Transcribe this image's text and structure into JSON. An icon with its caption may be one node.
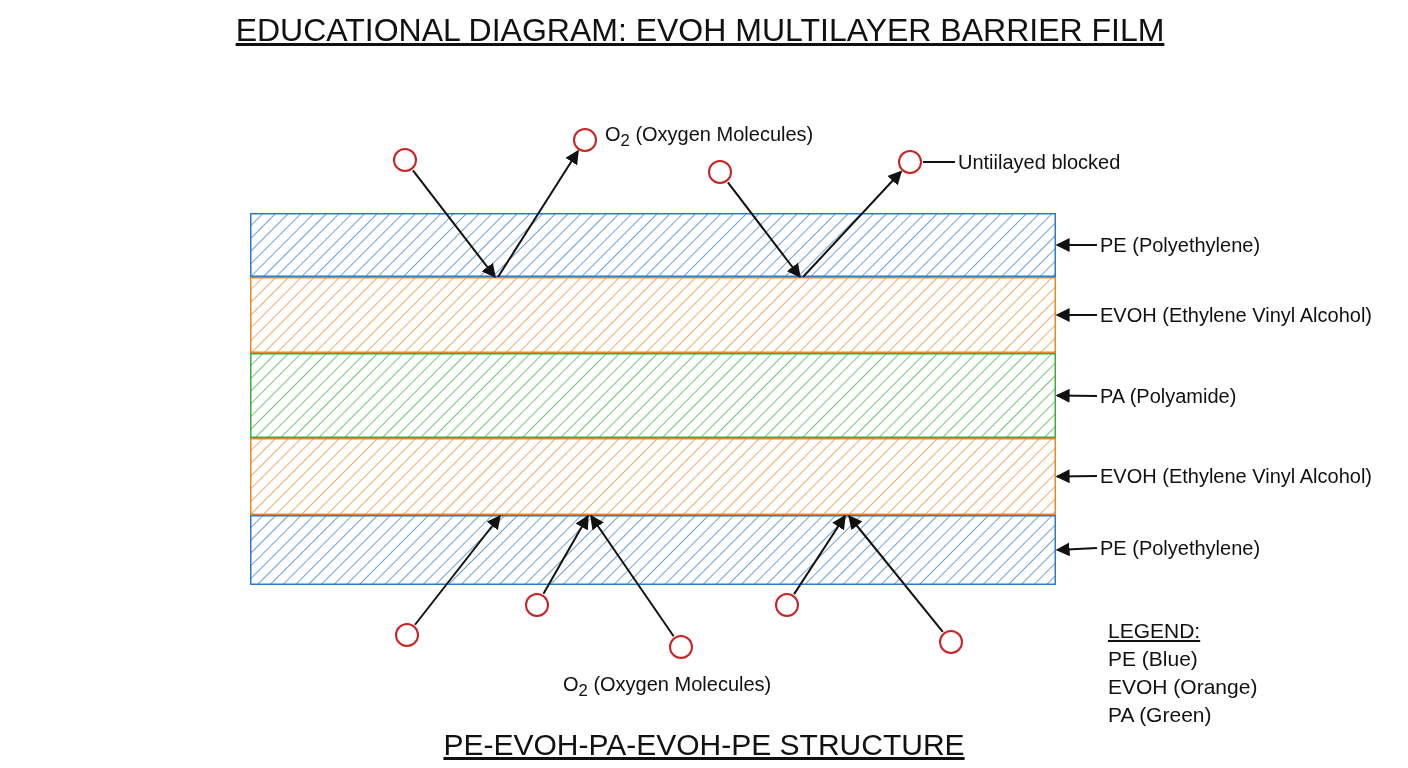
{
  "diagram": {
    "title": "EDUCATIONAL DIAGRAM: EVOH MULTILAYER BARRIER FILM",
    "caption": "PE-EVOH-PA-EVOH-PE STRUCTURE",
    "nodes": [
      {
        "text": [],
        "shape": "bar"
      },
      {
        "text": [],
        "shape": "bar"
      },
      {
        "text": [],
        "shape": "bar"
      },
      {
        "text": [],
        "shape": "bar"
      },
      {
        "text": [],
        "shape": "bar"
      },
      {
        "text": [
          "PE (Polyethylene)"
        ]
      },
      {
        "text": [
          "EVOH (Ethylene Vinyl Alcohol)"
        ]
      },
      {
        "text": [
          "PA (Polyamide)"
        ]
      },
      {
        "text": [
          "EVOH (Ethylene Vinyl Alcohol)"
        ]
      },
      {
        "text": [
          "PE (Polyethylene)"
        ]
      },
      {
        "text": [],
        "shape": "circle"
      },
      {
        "text": [],
        "shape": "circle"
      },
      {
        "text": [],
        "shape": "circle"
      },
      {
        "text": [],
        "shape": "circle"
      },
      {
        "text": [
          "Untiilayed blocked"
        ]
      },
      {
        "text": [],
        "shape": "circle"
      },
      {
        "text": [],
        "shape": "circle"
      },
      {
        "text": [],
        "shape": "circle"
      },
      {
        "text": [],
        "shape": "circle"
      },
      {
        "text": [],
        "shape": "circle"
      }
    ],
    "edges": [
      {
        "from": 10,
        "to": 0,
        "arrow": "to"
      },
      {
        "from": 0,
        "to": 11,
        "arrow": "to"
      },
      {
        "from": 12,
        "to": 0,
        "arrow": "to"
      },
      {
        "from": 0,
        "to": 13,
        "arrow": "to"
      },
      {
        "from": 14,
        "to": 13,
        "arrow": "none"
      },
      {
        "from": 5,
        "to": 0,
        "arrow": "to"
      },
      {
        "from": 6,
        "to": 1,
        "arrow": "to"
      },
      {
        "from": 7,
        "to": 2,
        "arrow": "to"
      },
      {
        "from": 8,
        "to": 3,
        "arrow": "to"
      },
      {
        "from": 9,
        "to": 4,
        "arrow": "to"
      },
      {
        "from": 15,
        "to": 4,
        "arrow": "to"
      },
      {
        "from": 16,
        "to": 4,
        "arrow": "to"
      },
      {
        "from": 17,
        "to": 4,
        "arrow": "to"
      },
      {
        "from": 18,
        "to": 4,
        "arrow": "to"
      },
      {
        "from": 19,
        "to": 4,
        "arrow": "to"
      }
    ],
    "labels": [
      "O$_{2}$ (Oxygen Molecules)",
      "O$_{2}$ (Oxygen Molecules)",
      "LEGEND:",
      "PE (Blue)",
      "EVOH (Orange)",
      "PA (Green)"
    ]
  }
}
